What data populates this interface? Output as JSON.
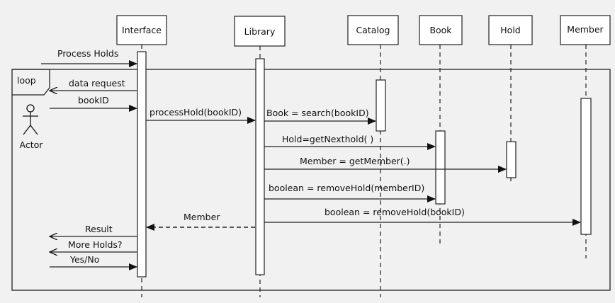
{
  "participants": {
    "interface": "Interface",
    "library": "Library",
    "catalog": "Catalog",
    "book": "Book",
    "hold": "Hold",
    "member": "Member"
  },
  "actor_label": "Actor",
  "loop_label": "loop",
  "messages": {
    "process_holds": "Process Holds",
    "data_request": "data request",
    "book_id": "bookID",
    "process_hold": "processHold(bookID)",
    "search": "Book = search(bookID)",
    "get_next_hold": "Hold=getNexthold( )",
    "get_member": "Member = getMember(.)",
    "remove_hold_member": "boolean = removeHold(memberID)",
    "remove_hold_book": "boolean = removeHold(bookID)",
    "member_return": "Member",
    "result": "Result",
    "more_holds": "More Holds?",
    "yes_no": "Yes/No"
  }
}
